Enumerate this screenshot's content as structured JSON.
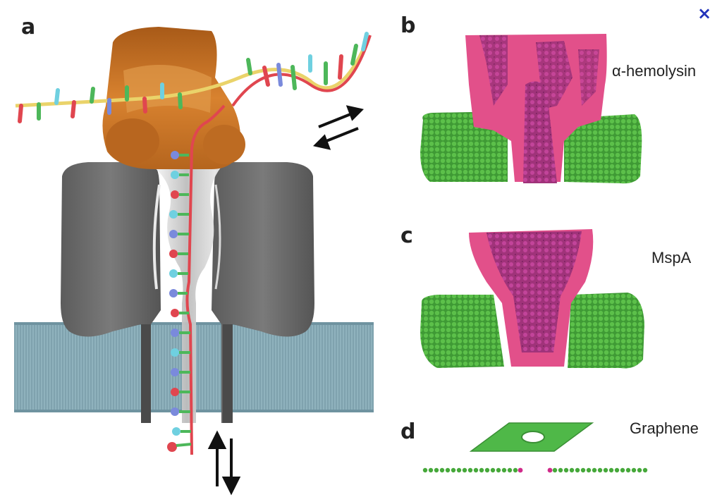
{
  "panels": {
    "a": {
      "letter": "a"
    },
    "b": {
      "letter": "b",
      "label": "α-hemolysin"
    },
    "c": {
      "letter": "c",
      "label": "MspA"
    },
    "d": {
      "letter": "d",
      "label": "Graphene"
    }
  },
  "close": {
    "glyph": "×",
    "icon": "close-icon",
    "color": "#2233bb"
  },
  "colors": {
    "membrane": "#8fb2bd",
    "pore_gray": "#6b6b6b",
    "motor_orange": "#c7742a",
    "protein_pink": "#e2508a",
    "protein_magenta": "#a0337a",
    "protein_green": "#46a83a",
    "strand_red": "#e0464f",
    "strand_yellow": "#ead36a"
  }
}
